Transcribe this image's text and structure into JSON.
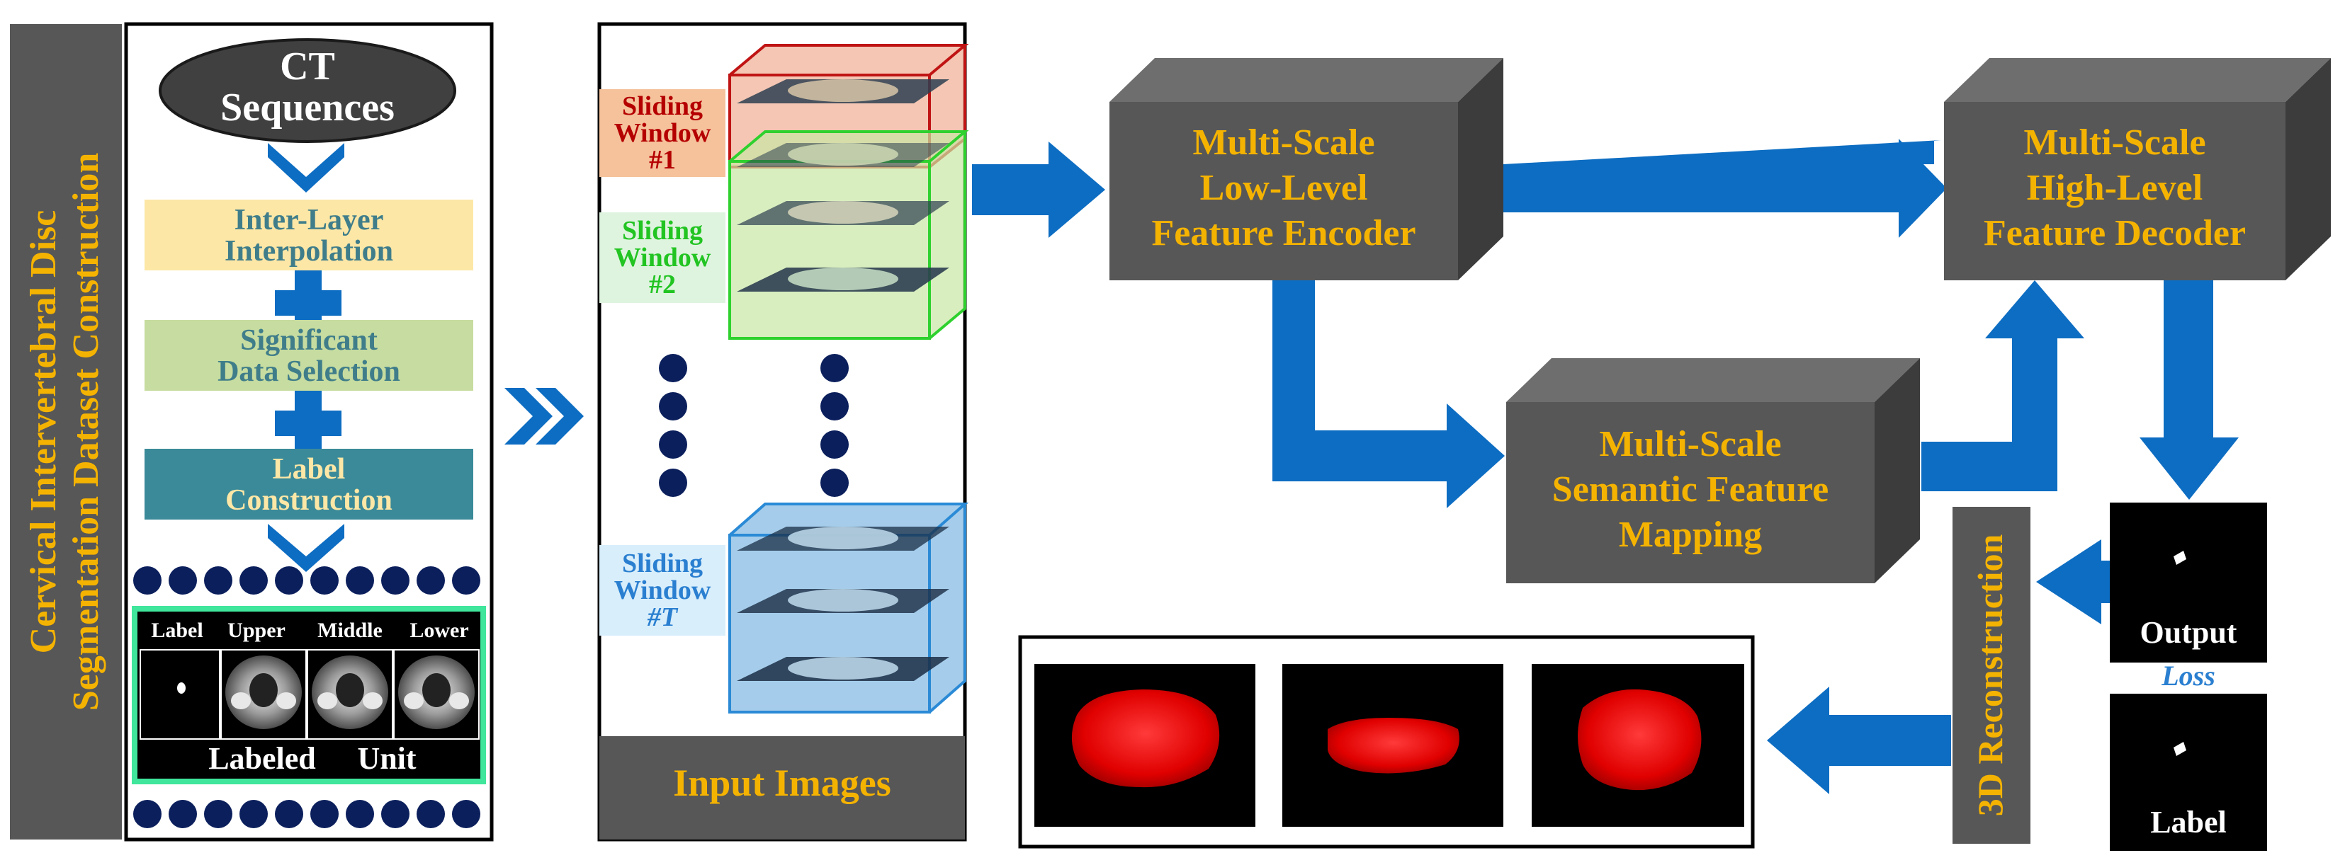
{
  "colors": {
    "orange": "#f5b301",
    "teal": "#3f7d8a",
    "blue": "#0d6dc2",
    "navy": "#0b1f5c",
    "green_frame": "#3fe69b",
    "block_front": "#575757",
    "block_side": "#3c3c3c",
    "block_top": "#6e6e6e",
    "red": "#ff0000"
  },
  "left_banner": {
    "line1": "Cervical Intervertebral Disc",
    "line2": "Segmentation Dataset Construction"
  },
  "pipeline": {
    "ct": {
      "line1": "CT",
      "line2": "Sequences"
    },
    "step1": {
      "line1": "Inter-Layer",
      "line2": "Interpolation",
      "fill": "#fde7a6"
    },
    "step2": {
      "line1": "Significant",
      "line2": "Data Selection",
      "fill": "#c6dca0"
    },
    "step3": {
      "line1": "Label",
      "line2": "Construction",
      "fill": "#3a8a99"
    },
    "unit_headers": [
      "Label",
      "Upper",
      "Middle",
      "Lower"
    ],
    "unit_caption": {
      "left": "Labeled",
      "right": "Unit"
    }
  },
  "input_panel": {
    "caption": "Input Images",
    "windows": [
      {
        "line1": "Sliding",
        "line2": "Window",
        "line3": "#1",
        "color": "#b50000",
        "tag_fill": "#f5c29b",
        "box_fill": "#f0b39a",
        "stroke": "#c01414"
      },
      {
        "line1": "Sliding",
        "line2": "Window",
        "line3": "#2",
        "color": "#22c422",
        "tag_fill": "#dff4df",
        "box_fill": "#c9e7a4",
        "stroke": "#2ed12e"
      },
      {
        "line1": "Sliding",
        "line2": "Window",
        "line3": "#T",
        "color": "#2a7fd0",
        "tag_fill": "#d8eefb",
        "box_fill": "#8ec0e6",
        "stroke": "#2a8ad6"
      }
    ]
  },
  "network": {
    "encoder": {
      "line1": "Multi-Scale",
      "line2": "Low-Level",
      "line3": "Feature Encoder"
    },
    "decoder": {
      "line1": "Multi-Scale",
      "line2": "High-Level",
      "line3": "Feature Decoder"
    },
    "mapping": {
      "line1": "Multi-Scale",
      "line2": "Semantic Feature",
      "line3": "Mapping"
    }
  },
  "outputs": {
    "output_label": "Output",
    "loss_label": "Loss",
    "label_label": "Label",
    "reconstruction": "3D Reconstruction"
  }
}
